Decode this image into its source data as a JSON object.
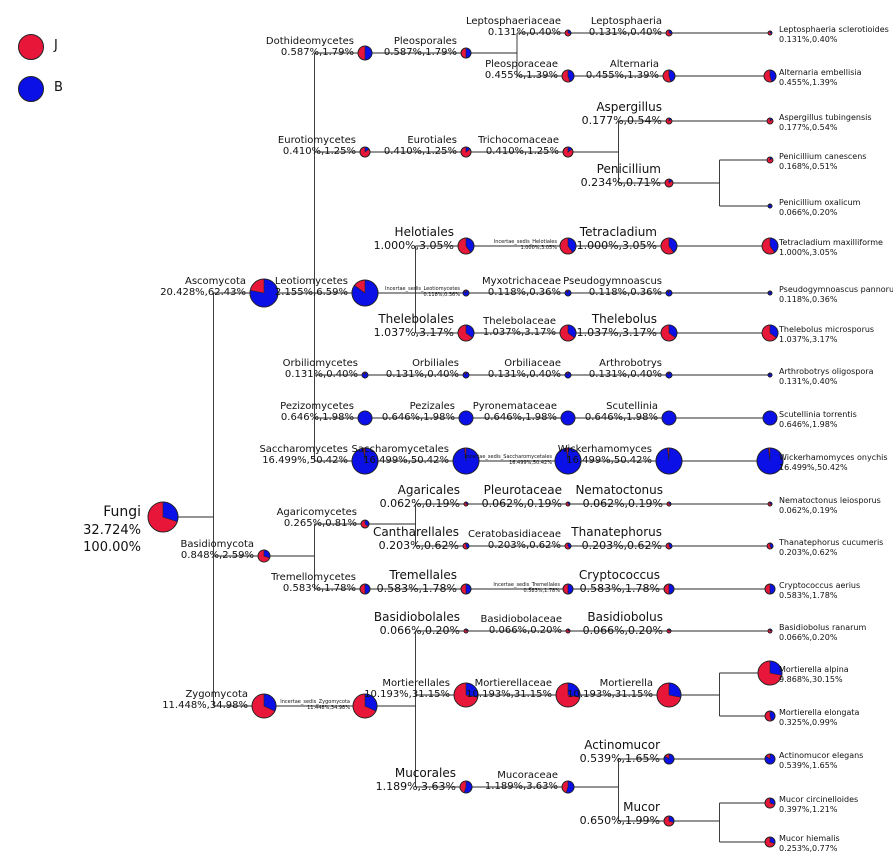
{
  "legend": [
    {
      "label": "J",
      "color": "#e8173a"
    },
    {
      "label": "B",
      "color": "#0a10e6"
    }
  ],
  "colors": {
    "J": "#e8173a",
    "B": "#0a10e6",
    "line": "#2a2a2a"
  },
  "nodes": {
    "fungi": {
      "name": "Fungi",
      "v1": "32.724%",
      "v2": "100.00%",
      "share": 0.7
    },
    "ascomycota": {
      "name": "Ascomycota",
      "vals": "20.428%,62.43%",
      "share": 0.22
    },
    "dothideomycetes": {
      "name": "Dothideomycetes",
      "vals": "0.587%,1.79%",
      "share": 0.5
    },
    "pleosporales": {
      "name": "Pleosporales",
      "vals": "0.587%,1.79%",
      "share": 0.5
    },
    "leptosphaeriaceae": {
      "name": "Leptosphaeriaceae",
      "vals": "0.131%,0.40%",
      "share": 0.7
    },
    "leptosphaeria": {
      "name": "Leptosphaeria",
      "vals": "0.131%,0.40%",
      "share": 0.7
    },
    "leptosphaeria_sp": {
      "name": "Leptosphaeria sclerotioides",
      "vals": "0.131%,0.40%",
      "share": 0.7
    },
    "pleosporaceae": {
      "name": "Pleosporaceae",
      "vals": "0.455%,1.39%",
      "share": 0.55
    },
    "alternaria": {
      "name": "Alternaria",
      "vals": "0.455%,1.39%",
      "share": 0.55
    },
    "alternaria_sp": {
      "name": "Alternaria embellisia",
      "vals": "0.455%,1.39%",
      "share": 0.55
    },
    "eurotiomycetes": {
      "name": "Eurotiomycetes",
      "vals": "0.410%,1.25%",
      "share": 0.85
    },
    "eurotiales": {
      "name": "Eurotiales",
      "vals": "0.410%,1.25%",
      "share": 0.85
    },
    "trichocomaceae": {
      "name": "Trichocomaceae",
      "vals": "0.410%,1.25%",
      "share": 0.85
    },
    "aspergillus": {
      "name": "Aspergillus",
      "vals": "0.177%,0.54%",
      "share": 0.85
    },
    "aspergillus_sp": {
      "name": "Aspergillus tubingensis",
      "vals": "0.177%,0.54%",
      "share": 0.85
    },
    "penicillium": {
      "name": "Penicillium",
      "vals": "0.234%,0.71%",
      "share": 0.85
    },
    "penicillium_can": {
      "name": "Penicillium canescens",
      "vals": "0.168%,0.51%",
      "share": 0.85
    },
    "penicillium_oxa": {
      "name": "Penicillium oxalicum",
      "vals": "0.066%,0.20%",
      "share": 0.05
    },
    "leotiomycetes": {
      "name": "Leotiomycetes",
      "vals": "2.155%,6.59%",
      "share": 0.15
    },
    "helotiales": {
      "name": "Helotiales",
      "vals": "1.000%,3.05%",
      "share": 0.6
    },
    "incertae_helotiales": {
      "name": "Incertae_sedis_Helotiales",
      "vals": "1.000%,3.05%",
      "share": 0.6
    },
    "tetracladium": {
      "name": "Tetracladium",
      "vals": "1.000%,3.05%",
      "share": 0.6
    },
    "tetracladium_sp": {
      "name": "Tetracladium maxilliforme",
      "vals": "1.000%,3.05%",
      "share": 0.6
    },
    "incertae_leotiomycetes": {
      "name": "Incertae_sedis_Leotiomycetes",
      "vals": "0.118%,0.36%",
      "share": 0.1
    },
    "myxotrichaceae": {
      "name": "Myxotrichaceae",
      "vals": "0.118%,0.36%",
      "share": 0.1
    },
    "pseudogymnoascus": {
      "name": "Pseudogymnoascus",
      "vals": "0.118%,0.36%",
      "share": 0.1
    },
    "pseudogymnoascus_sp": {
      "name": "Pseudogymnoascus pannorum",
      "vals": "0.118%,0.36%",
      "share": 0.1
    },
    "thelebolales": {
      "name": "Thelebolales",
      "vals": "1.037%,3.17%",
      "share": 0.65
    },
    "thelebolaceae": {
      "name": "Thelebolaceae",
      "vals": "1.037%,3.17%",
      "share": 0.65
    },
    "thelebolus": {
      "name": "Thelebolus",
      "vals": "1.037%,3.17%",
      "share": 0.65
    },
    "thelebolus_sp": {
      "name": "Thelebolus microsporus",
      "vals": "1.037%,3.17%",
      "share": 0.65
    },
    "orbiliomycetes": {
      "name": "Orbiliomycetes",
      "vals": "0.131%,0.40%",
      "share": 0.1
    },
    "orbiliales": {
      "name": "Orbiliales",
      "vals": "0.131%,0.40%",
      "share": 0.1
    },
    "orbiliaceae": {
      "name": "Orbiliaceae",
      "vals": "0.131%,0.40%",
      "share": 0.1
    },
    "arthrobotrys": {
      "name": "Arthrobotrys",
      "vals": "0.131%,0.40%",
      "share": 0.1
    },
    "arthrobotrys_sp": {
      "name": "Arthrobotrys oligospora",
      "vals": "0.131%,0.40%",
      "share": 0.1
    },
    "pezizomycetes": {
      "name": "Pezizomycetes",
      "vals": "0.646%,1.98%",
      "share": 0.0
    },
    "pezizales": {
      "name": "Pezizales",
      "vals": "0.646%,1.98%",
      "share": 0.0
    },
    "pyronemataceae": {
      "name": "Pyronemataceae",
      "vals": "0.646%,1.98%",
      "share": 0.0
    },
    "scutellinia": {
      "name": "Scutellinia",
      "vals": "0.646%,1.98%",
      "share": 0.0
    },
    "scutellinia_sp": {
      "name": "Scutellinia torrentis",
      "vals": "0.646%,1.98%",
      "share": 0.0
    },
    "saccharomycetes": {
      "name": "Saccharomycetes",
      "vals": "16.499%,50.42%",
      "share": 0.02
    },
    "saccharomycetales": {
      "name": "Saccharomycetales",
      "vals": "16.499%,50.42%",
      "share": 0.02
    },
    "incertae_saccharomycetales": {
      "name": "Incertae_sedis_Saccharomycetales",
      "vals": "16.499%,50.42%",
      "share": 0.02
    },
    "wickerhamomyces": {
      "name": "Wickerhamomyces",
      "vals": "16.499%,50.42%",
      "share": 0.02
    },
    "wickerhamomyces_sp": {
      "name": "Wickerhamomyces onychis",
      "vals": "16.499%,50.42%",
      "share": 0.02
    },
    "basidiomycota": {
      "name": "Basidiomycota",
      "vals": "0.848%,2.59%",
      "share": 0.7
    },
    "agaricomycetes": {
      "name": "Agaricomycetes",
      "vals": "0.265%,0.81%",
      "share": 0.65
    },
    "agaricales": {
      "name": "Agaricales",
      "vals": "0.062%,0.19%",
      "share": 0.7
    },
    "pleurotaceae": {
      "name": "Pleurotaceae",
      "vals": "0.062%,0.19%",
      "share": 0.7
    },
    "nematoctonus": {
      "name": "Nematoctonus",
      "vals": "0.062%,0.19%",
      "share": 0.7
    },
    "nematoctonus_sp": {
      "name": "Nematoctonus leiosporus",
      "vals": "0.062%,0.19%",
      "share": 0.7
    },
    "cantharellales": {
      "name": "Cantharellales",
      "vals": "0.203%,0.62%",
      "share": 0.6
    },
    "ceratobasidiaceae": {
      "name": "Ceratobasidiaceae",
      "vals": "0.203%,0.62%",
      "share": 0.6
    },
    "thanatephorus": {
      "name": "Thanatephorus",
      "vals": "0.203%,0.62%",
      "share": 0.6
    },
    "thanatephorus_sp": {
      "name": "Thanatephorus cucumeris",
      "vals": "0.203%,0.62%",
      "share": 0.6
    },
    "tremellomycetes": {
      "name": "Tremellomycetes",
      "vals": "0.583%,1.78%",
      "share": 0.5
    },
    "tremellales": {
      "name": "Tremellales",
      "vals": "0.583%,1.78%",
      "share": 0.5
    },
    "incertae_tremellales": {
      "name": "Incertae_sedis_Tremellales",
      "vals": "0.583%,1.78%",
      "share": 0.5
    },
    "cryptococcus": {
      "name": "Cryptococcus",
      "vals": "0.583%,1.78%",
      "share": 0.5
    },
    "cryptococcus_sp": {
      "name": "Cryptococcus aerius",
      "vals": "0.583%,1.78%",
      "share": 0.5
    },
    "zygomycota": {
      "name": "Zygomycota",
      "vals": "11.448%,34.98%",
      "share": 0.68
    },
    "incertae_zygomycota": {
      "name": "Incertae_sedis_Zygomycota",
      "vals": "11.448%,34.98%",
      "share": 0.68
    },
    "basidiobolales": {
      "name": "Basidiobolales",
      "vals": "0.066%,0.20%",
      "share": 0.8
    },
    "basidiobolaceae": {
      "name": "Basidiobolaceae",
      "vals": "0.066%,0.20%",
      "share": 0.8
    },
    "basidiobolus": {
      "name": "Basidiobolus",
      "vals": "0.066%,0.20%",
      "share": 0.8
    },
    "basidiobolus_sp": {
      "name": "Basidiobolus ranarum",
      "vals": "0.066%,0.20%",
      "share": 0.8
    },
    "mortierellales": {
      "name": "Mortierellales",
      "vals": "10.193%,31.15%",
      "share": 0.72
    },
    "mortierellaceae": {
      "name": "Mortierellaceae",
      "vals": "10.193%,31.15%",
      "share": 0.72
    },
    "mortierella": {
      "name": "Mortierella",
      "vals": "10.193%,31.15%",
      "share": 0.72
    },
    "mortierella_alp": {
      "name": "Mortierella alpina",
      "vals": "9.868%,30.15%",
      "share": 0.72
    },
    "mortierella_elo": {
      "name": "Mortierella elongata",
      "vals": "0.325%,0.99%",
      "share": 0.55
    },
    "mucorales": {
      "name": "Mucorales",
      "vals": "1.189%,3.63%",
      "share": 0.45
    },
    "mucoraceae": {
      "name": "Mucoraceae",
      "vals": "1.189%,3.63%",
      "share": 0.45
    },
    "actinomucor": {
      "name": "Actinomucor",
      "vals": "0.539%,1.65%",
      "share": 0.15
    },
    "actinomucor_sp": {
      "name": "Actinomucor elegans",
      "vals": "0.539%,1.65%",
      "share": 0.15
    },
    "mucor": {
      "name": "Mucor",
      "vals": "0.650%,1.99%",
      "share": 0.7
    },
    "mucor_cir": {
      "name": "Mucor circinelloides",
      "vals": "0.397%,1.21%",
      "share": 0.7
    },
    "mucor_hie": {
      "name": "Mucor hiemalis",
      "vals": "0.253%,0.77%",
      "share": 0.7
    }
  }
}
